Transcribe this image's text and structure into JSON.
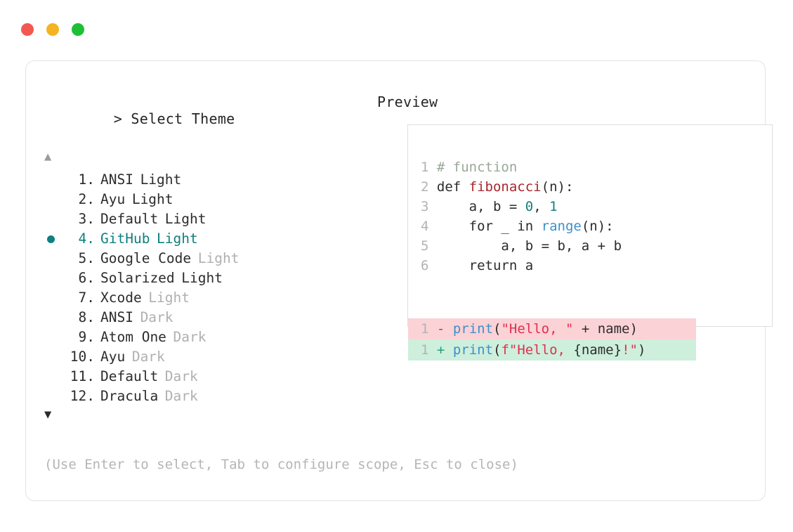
{
  "window": {
    "traffic_lights": [
      {
        "name": "close",
        "color": "#f4574f"
      },
      {
        "name": "minimize",
        "color": "#f5b322"
      },
      {
        "name": "maximize",
        "color": "#1fbf35"
      }
    ]
  },
  "prompt": {
    "marker": ">",
    "title": "Select Theme",
    "scroll_up_glyph": "▲",
    "scroll_down_glyph": "▼",
    "selected_index": 4,
    "accent_color": "#0f7f7f"
  },
  "themes": [
    {
      "index": "1.",
      "name": "ANSI",
      "suffix": "Light",
      "suffix_muted": false,
      "selected": false
    },
    {
      "index": "2.",
      "name": "Ayu",
      "suffix": "Light",
      "suffix_muted": false,
      "selected": false
    },
    {
      "index": "3.",
      "name": "Default",
      "suffix": "Light",
      "suffix_muted": false,
      "selected": false
    },
    {
      "index": "4.",
      "name": "GitHub",
      "suffix": "Light",
      "suffix_muted": false,
      "selected": true
    },
    {
      "index": "5.",
      "name": "Google Code",
      "suffix": "Light",
      "suffix_muted": true,
      "selected": false
    },
    {
      "index": "6.",
      "name": "Solarized",
      "suffix": "Light",
      "suffix_muted": false,
      "selected": false
    },
    {
      "index": "7.",
      "name": "Xcode",
      "suffix": "Light",
      "suffix_muted": true,
      "selected": false
    },
    {
      "index": "8.",
      "name": "ANSI",
      "suffix": "Dark",
      "suffix_muted": true,
      "selected": false
    },
    {
      "index": "9.",
      "name": "Atom One",
      "suffix": "Dark",
      "suffix_muted": true,
      "selected": false
    },
    {
      "index": "10.",
      "name": "Ayu",
      "suffix": "Dark",
      "suffix_muted": true,
      "selected": false
    },
    {
      "index": "11.",
      "name": "Default",
      "suffix": "Dark",
      "suffix_muted": true,
      "selected": false
    },
    {
      "index": "12.",
      "name": "Dracula",
      "suffix": "Dark",
      "suffix_muted": true,
      "selected": false
    }
  ],
  "preview": {
    "label": "Preview",
    "code_lines": [
      {
        "num": "1",
        "tokens": [
          {
            "t": "# function",
            "c": "comment"
          }
        ]
      },
      {
        "num": "2",
        "tokens": [
          {
            "t": "def ",
            "c": "kw"
          },
          {
            "t": "fibonacci",
            "c": "fn"
          },
          {
            "t": "(n):",
            "c": "plain"
          }
        ]
      },
      {
        "num": "3",
        "tokens": [
          {
            "t": "    a, b = ",
            "c": "plain"
          },
          {
            "t": "0",
            "c": "num"
          },
          {
            "t": ", ",
            "c": "plain"
          },
          {
            "t": "1",
            "c": "num"
          }
        ]
      },
      {
        "num": "4",
        "tokens": [
          {
            "t": "    for _ in ",
            "c": "plain"
          },
          {
            "t": "range",
            "c": "builtin"
          },
          {
            "t": "(n):",
            "c": "plain"
          }
        ]
      },
      {
        "num": "5",
        "tokens": [
          {
            "t": "        a, b = b, a + b",
            "c": "plain"
          }
        ]
      },
      {
        "num": "6",
        "tokens": [
          {
            "t": "    return a",
            "c": "plain"
          }
        ]
      }
    ],
    "diff_lines": [
      {
        "kind": "del",
        "num": "1",
        "sign": "-",
        "bg": "#fbd2d6",
        "tokens": [
          {
            "t": "print",
            "c": "builtin"
          },
          {
            "t": "(",
            "c": "plain"
          },
          {
            "t": "\"Hello, \"",
            "c": "str"
          },
          {
            "t": " + name)",
            "c": "plain"
          }
        ]
      },
      {
        "kind": "add",
        "num": "1",
        "sign": "+",
        "bg": "#cdefdc",
        "tokens": [
          {
            "t": "print",
            "c": "builtin"
          },
          {
            "t": "(",
            "c": "plain"
          },
          {
            "t": "f\"Hello, ",
            "c": "str"
          },
          {
            "t": "{name}",
            "c": "plain"
          },
          {
            "t": "!\"",
            "c": "str"
          },
          {
            "t": ")",
            "c": "plain"
          }
        ]
      }
    ]
  },
  "footer": {
    "hint": "(Use Enter to select, Tab to configure scope, Esc to close)"
  }
}
